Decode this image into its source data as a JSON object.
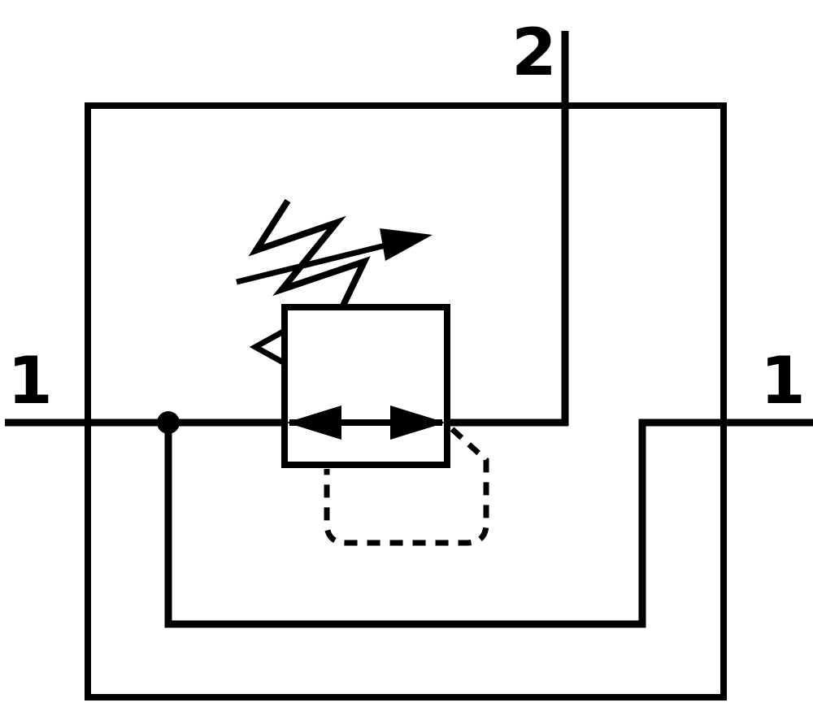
{
  "diagram": {
    "kind": "fluid-power-schematic",
    "ports": {
      "top": {
        "label": "2"
      },
      "left": {
        "label": "1"
      },
      "right": {
        "label": "1"
      }
    },
    "colors": {
      "line": "#000000",
      "background": "#ffffff"
    },
    "components": [
      "enclosure-outline",
      "pressure-regulator-valve",
      "adjustable-spring-icon",
      "spring-adjustment-arrow-icon",
      "pilot-actuation-arrow-icon",
      "flow-path-double-arrow",
      "pilot-dashed-line",
      "feedback-line",
      "junction-dot",
      "port-2-line",
      "port-1-left-line",
      "port-1-right-line"
    ]
  }
}
